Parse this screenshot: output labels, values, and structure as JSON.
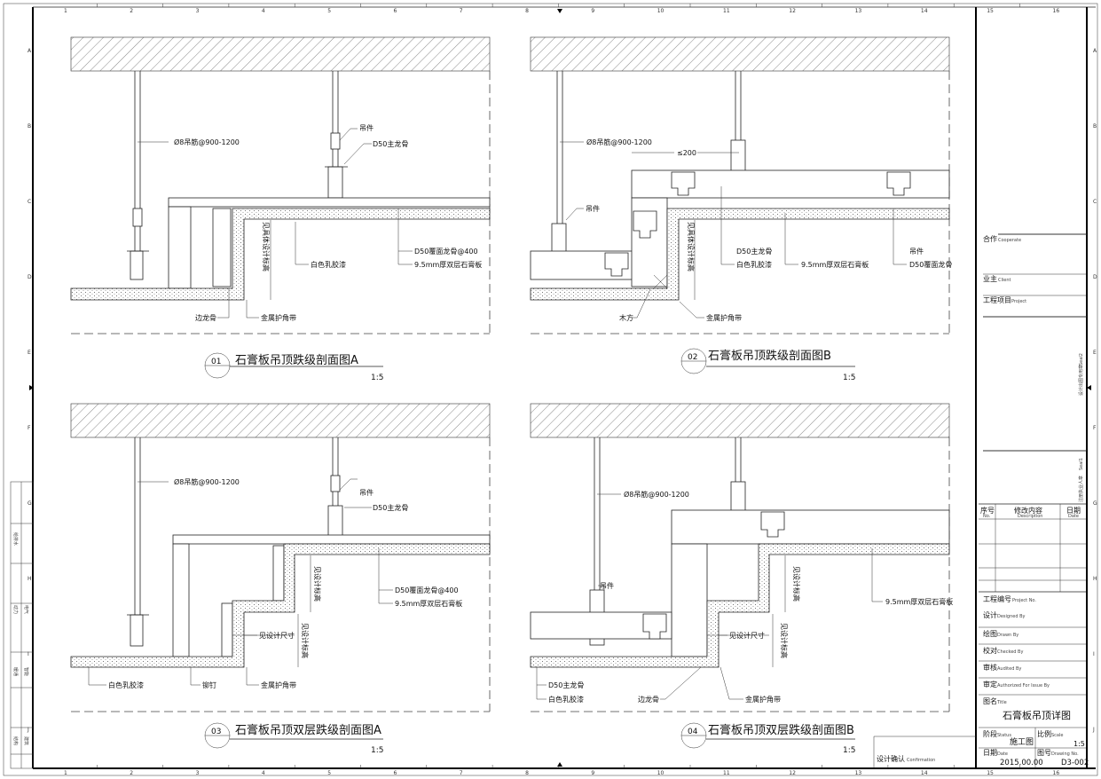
{
  "grid": {
    "columns": [
      "1",
      "2",
      "3",
      "4",
      "5",
      "6",
      "7",
      "8",
      "9",
      "10",
      "11",
      "12",
      "13",
      "14",
      "15",
      "16"
    ],
    "rows": [
      "A",
      "B",
      "C",
      "D",
      "E",
      "F",
      "G",
      "H",
      "I",
      "J"
    ]
  },
  "details": [
    {
      "number": "01",
      "title": "石膏板吊顶跌级剖面图A",
      "scale": "1:5",
      "labels": {
        "rod": "Ø8吊筋@900-1200",
        "hanger": "吊件",
        "main_keel": "D50主龙骨",
        "paint": "白色乳胶漆",
        "cover_keel": "D50覆面龙骨@400",
        "board": "9.5mm厚双层石膏板",
        "elevation": "见具体设计标高",
        "edge_keel": "边龙骨",
        "corner_tape": "金属护角带"
      }
    },
    {
      "number": "02",
      "title": "石膏板吊顶跌级剖面图B",
      "scale": "1:5",
      "labels": {
        "rod": "Ø8吊筋@900-1200",
        "spacing": "≤200",
        "hanger_left": "吊件",
        "main_keel": "D50主龙骨",
        "paint": "白色乳胶漆",
        "board": "9.5mm厚双层石膏板",
        "hanger_right": "吊件",
        "cover_keel": "D50覆面龙骨",
        "elevation": "见具体设计标高",
        "timber": "木方",
        "corner_tape": "金属护角带"
      }
    },
    {
      "number": "03",
      "title": "石膏板吊顶双层跌级剖面图A",
      "scale": "1:5",
      "labels": {
        "rod": "Ø8吊筋@900-1200",
        "hanger": "吊件",
        "main_keel": "D50主龙骨",
        "cover_keel": "D50覆面龙骨@400",
        "board": "9.5mm厚双层石膏板",
        "elevation_upper": "见设计标高",
        "elevation_lower": "见设计标高",
        "dimension": "见设计尺寸",
        "paint": "白色乳胶漆",
        "rivet": "铆钉",
        "corner_tape": "金属护角带"
      }
    },
    {
      "number": "04",
      "title": "石膏板吊顶双层跌级剖面图B",
      "scale": "1:5",
      "labels": {
        "rod": "Ø8吊筋@900-1200",
        "hanger": "吊件",
        "board": "9.5mm厚双层石膏板",
        "dimension": "见设计尺寸",
        "elevation_upper": "见设计标高",
        "elevation_lower": "见设计标高",
        "main_keel": "D50主龙骨",
        "paint": "白色乳胶漆",
        "edge_keel": "边龙骨",
        "corner_tape": "金属护角带"
      }
    }
  ],
  "title_block": {
    "cooperate": "合作",
    "cooperate_en": "Cooperate",
    "client": "业主",
    "client_en": "Client",
    "project": "工程项目",
    "project_en": "Project",
    "seal2": "设计出图专用章",
    "seal2_en": "Seal2",
    "seal1": "注册执业人章",
    "seal1_en": "Seal1",
    "rev_no": "序号",
    "rev_no_en": "No.",
    "rev_desc": "修改内容",
    "rev_desc_en": "Description",
    "rev_date": "日期",
    "rev_date_en": "Date",
    "project_no": "工程编号",
    "project_no_en": "Project No.",
    "designed": "设计",
    "designed_en": "Designed By",
    "drawn": "绘图",
    "drawn_en": "Drawn By",
    "checked": "校对",
    "checked_en": "Checked By",
    "audited": "审核",
    "audited_en": "Audited By",
    "authorized": "审定",
    "authorized_en": "Authorized For Issue By",
    "title": "图名",
    "title_en": "Title",
    "drawing_title": "石膏板吊顶详图",
    "status": "阶段",
    "status_en": "Status",
    "status_value": "施工图",
    "scale": "比例",
    "scale_en": "Scale",
    "scale_value": "1:5",
    "date": "日期",
    "date_en": "Date",
    "date_value": "2015.00.00",
    "drawing_no": "图号",
    "drawing_no_en": "Drawing No.",
    "drawing_no_value": "D3-002"
  },
  "confirmation": {
    "label": "设计确认",
    "label_en": "Confirmation"
  },
  "sign_strip": [
    "给排水",
    "动力",
    "电气",
    "暖通",
    "智能",
    "结构",
    "建筑"
  ]
}
